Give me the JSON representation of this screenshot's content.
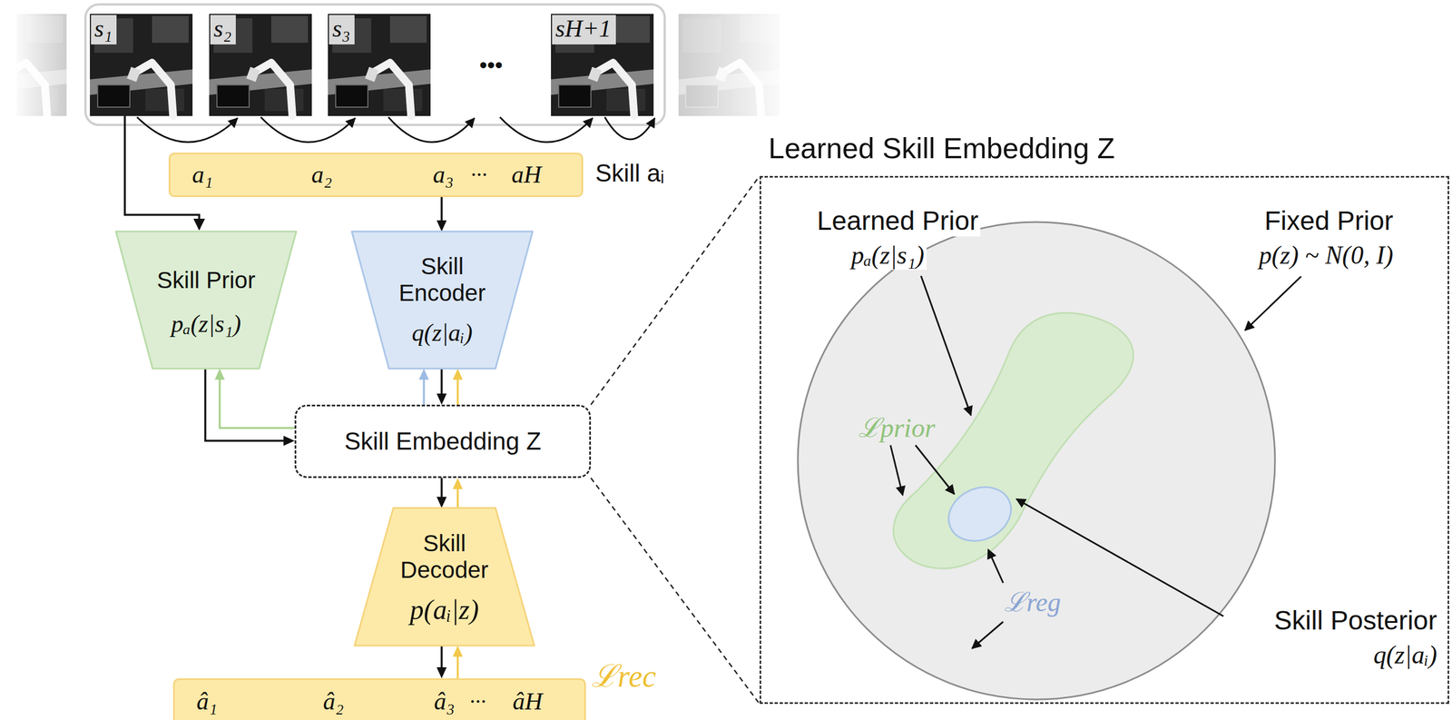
{
  "diagram": {
    "nodes": [
      {
        "text": [
          "a₁",
          "a₂",
          "a₃",
          "···",
          "aH"
        ]
      },
      {
        "text": [
          "Skill Prior",
          "pₐ(z|s₁)"
        ]
      },
      {
        "text": [
          "Skill Encoder",
          "q(z|aᵢ)"
        ]
      },
      {
        "text": [
          "Skill Embedding Z"
        ]
      },
      {
        "text": [
          "Skill Decoder",
          "p(aᵢ|z)"
        ]
      },
      {
        "text": [
          "â₁",
          "â₂",
          "â₃",
          "···",
          "âH"
        ]
      },
      {
        "text": [
          "Learned Skill Embedding Z"
        ]
      }
    ],
    "edges": [
      {
        "from": 0,
        "to": 2,
        "arrow": "to"
      },
      {
        "from": 1,
        "to": 3,
        "arrow": "to"
      },
      {
        "from": 3,
        "to": 1,
        "arrow": "to"
      },
      {
        "from": 2,
        "to": 3,
        "arrow": "to"
      },
      {
        "from": 3,
        "to": 2,
        "arrow": "to"
      },
      {
        "from": 3,
        "to": 2,
        "arrow": "to"
      },
      {
        "from": 3,
        "to": 4,
        "arrow": "to"
      },
      {
        "from": 4,
        "to": 3,
        "arrow": "to"
      },
      {
        "from": 4,
        "to": 5,
        "arrow": "to"
      },
      {
        "from": 5,
        "to": 4,
        "arrow": "to"
      },
      {
        "from": 3,
        "to": 6,
        "arrow": "none"
      },
      {
        "from": 3,
        "to": 6,
        "arrow": "none"
      }
    ],
    "labels": [
      "s₁",
      "s₂",
      "s₃",
      "sH+1",
      "•••",
      "Skill aᵢ",
      "ℒrec",
      "Learned Prior",
      "pₐ(z|s₁)",
      "Fixed Prior",
      "p(z) ~ N(0, I)",
      "ℒprior",
      "ℒreg",
      "Skill Posterior",
      "q(z|aᵢ)"
    ]
  }
}
